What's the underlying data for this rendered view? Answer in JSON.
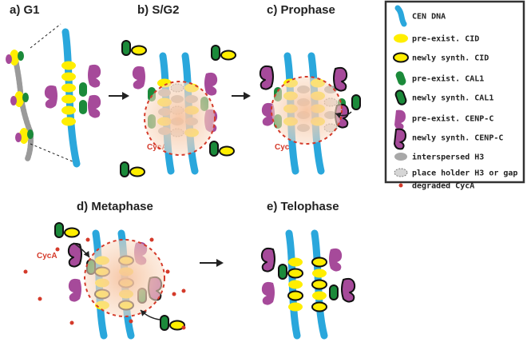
{
  "panels": {
    "a": "a) G1",
    "b": "b) S/G2",
    "c": "c) Prophase",
    "d": "d) Metaphase",
    "e": "e) Telophase"
  },
  "cyca_label": "CycA",
  "legend": [
    {
      "icon": "cen-dna",
      "label": "CEN DNA"
    },
    {
      "icon": "pre-existing-cid",
      "label": "pre-exist. CID"
    },
    {
      "icon": "newly-synth-cid",
      "label": "newly synth. CID"
    },
    {
      "icon": "pre-existing-cal1",
      "label": "pre-exist. CAL1"
    },
    {
      "icon": "newly-synth-cal1",
      "label": "newly synth. CAL1"
    },
    {
      "icon": "pre-existing-cenp-c",
      "label": "pre-exist. CENP-C"
    },
    {
      "icon": "newly-synth-cenp-c",
      "label": "newly synth. CENP-C"
    },
    {
      "icon": "interspersed-h3",
      "label": "interspersed H3"
    },
    {
      "icon": "placeholder-h3",
      "label": "place holder H3 or gap"
    },
    {
      "icon": "degraded-cyca",
      "label": "degraded CycA"
    }
  ],
  "colors": {
    "dna": "#2aa7dc",
    "cid": "#ffee00",
    "cal1": "#1b8a3a",
    "cenpc": "#a64a9a",
    "h3": "#a8a8a8",
    "cyca_zone": "#f6c9a8",
    "cyca_dot": "#d43a2a"
  }
}
